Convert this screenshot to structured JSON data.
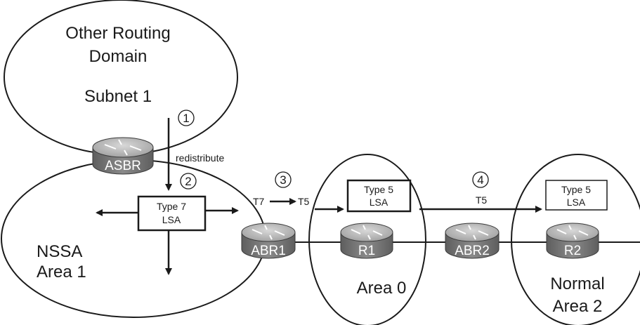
{
  "areas": {
    "other_domain": {
      "line1": "Other Routing",
      "line2": "Domain",
      "line3": "Subnet 1"
    },
    "nssa": {
      "line1": "NSSA",
      "line2": "Area 1"
    },
    "area0": {
      "line1": "Area 0"
    },
    "normal": {
      "line1": "Normal",
      "line2": "Area 2"
    }
  },
  "routers": {
    "asbr": "ASBR",
    "abr1": "ABR1",
    "r1": "R1",
    "abr2": "ABR2",
    "r2": "R2"
  },
  "lsa_boxes": {
    "type7": {
      "line1": "Type 7",
      "line2": "LSA"
    },
    "type5_area0": {
      "line1": "Type 5",
      "line2": "LSA"
    },
    "type5_area2": {
      "line1": "Type 5",
      "line2": "LSA"
    }
  },
  "steps": [
    "1",
    "2",
    "3",
    "4"
  ],
  "labels": {
    "redistribute": "redistribute",
    "t7": "T7",
    "t5_translate": "T5",
    "t5_flood": "T5"
  },
  "colors": {
    "router_body": "#7a7a7a",
    "router_top": "#b5b5b5",
    "line": "#1a1a1a"
  }
}
